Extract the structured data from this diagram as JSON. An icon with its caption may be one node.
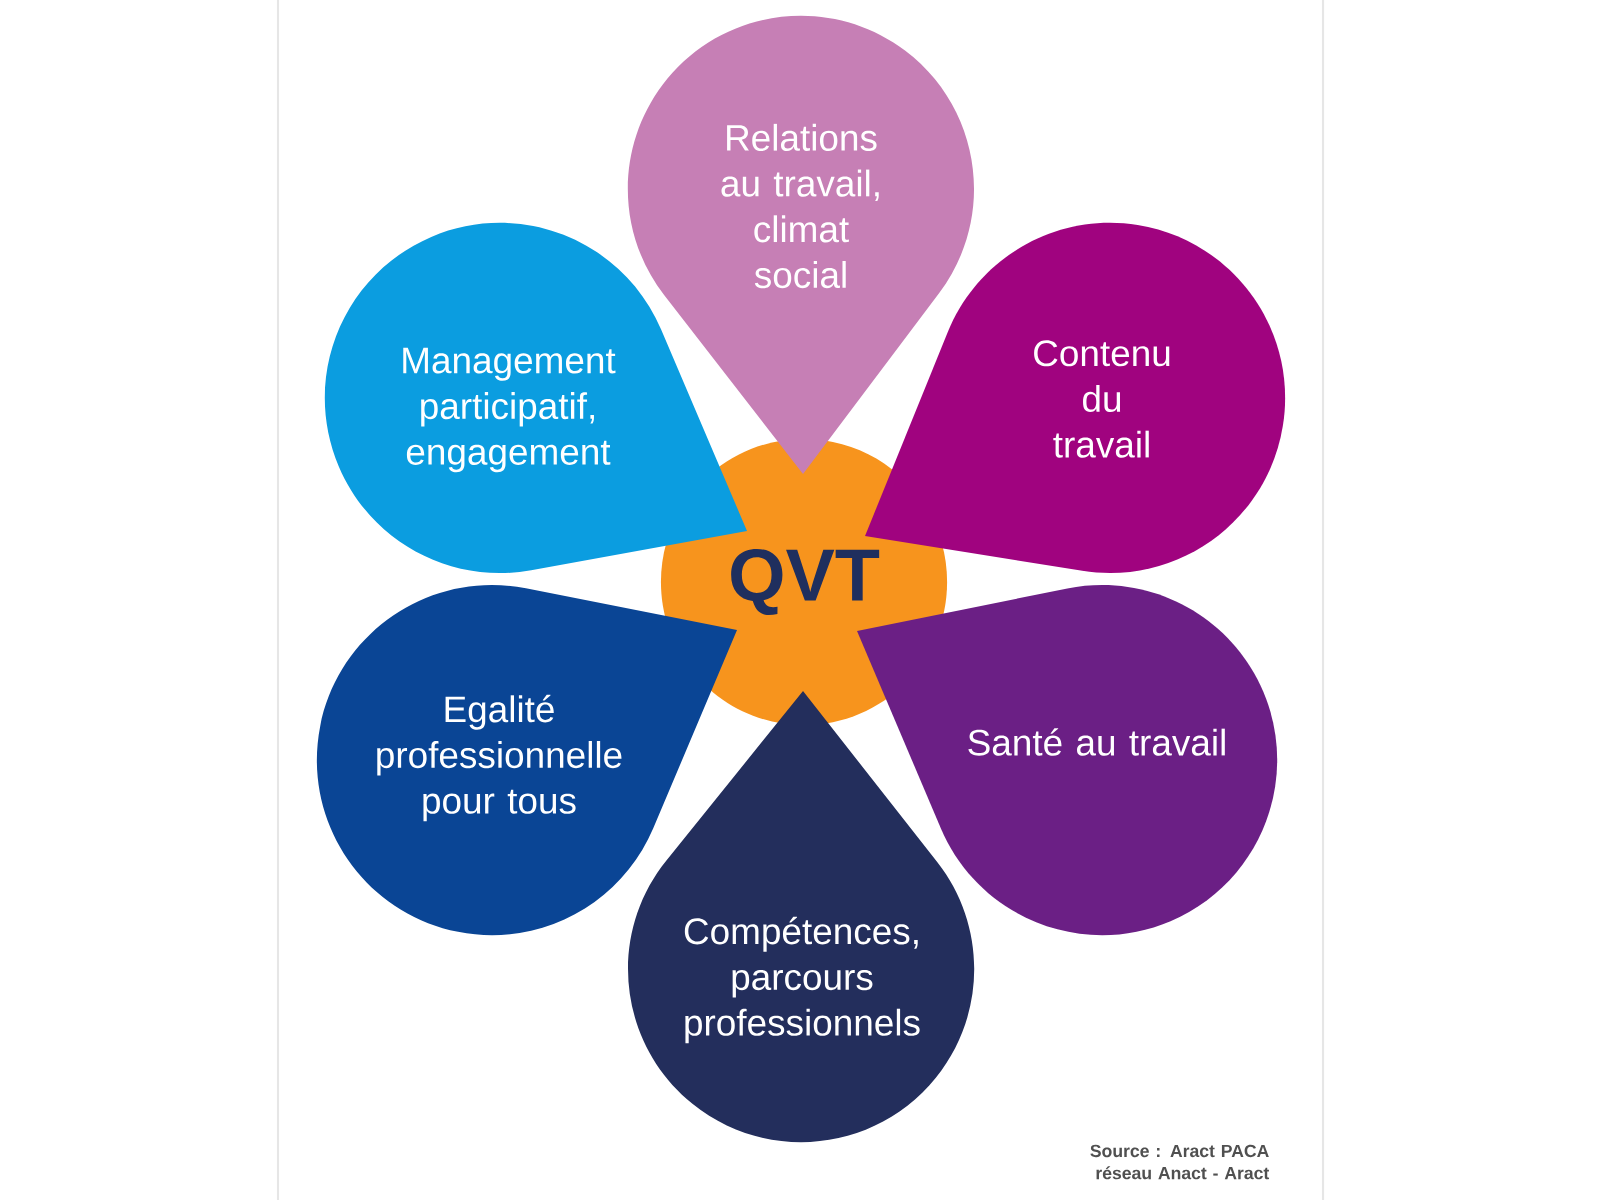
{
  "diagram": {
    "nodes": [
      {
        "text": [
          "Relations au travail, climat social"
        ]
      },
      {
        "text": [
          "Management participatif, engagement"
        ]
      },
      {
        "text": [
          "Contenu du travail"
        ]
      },
      {
        "text": [
          "QVT"
        ]
      },
      {
        "text": [
          "Egalité professionnelle pour tous"
        ]
      },
      {
        "text": [
          "Santé au travail"
        ]
      },
      {
        "text": [
          "Compétences, parcours professionnels"
        ]
      }
    ],
    "labels": [
      "Source : Aract PACA réseau Anact - Aract"
    ]
  }
}
